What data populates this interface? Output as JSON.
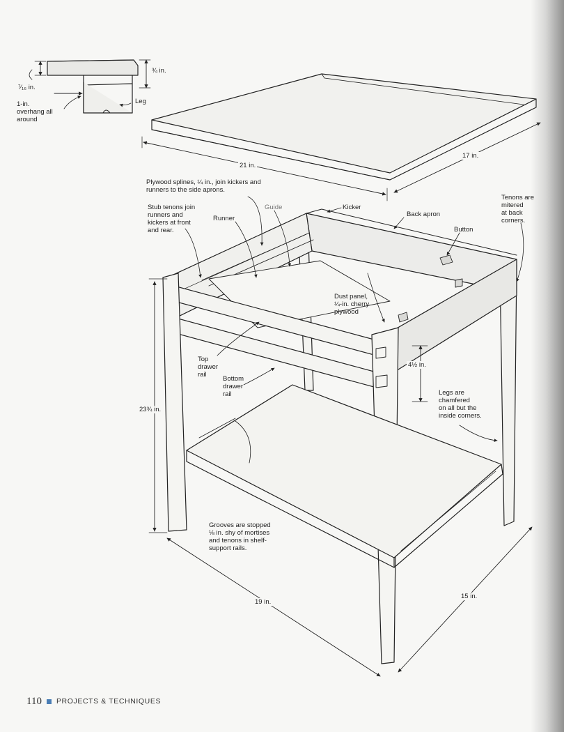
{
  "detail": {
    "dims": {
      "top_thickness": "¾ in.",
      "groove": "⁷⁄₁₆ in.",
      "overhang": "1-in.\noverhang all\naround"
    },
    "leg_label": "Leg"
  },
  "top_panel": {
    "width": "21 in.",
    "depth": "17 in."
  },
  "callouts": {
    "splines": "Plywood splines, ¼ in., join kickers and\nrunners to the side aprons.",
    "stub_tenons": "Stub tenons join\nrunners and\nkickers at front\nand rear.",
    "runner": "Runner",
    "guide": "Guide",
    "kicker": "Kicker",
    "back_apron": "Back apron",
    "button": "Button",
    "tenons_mitered": "Tenons are\nmitered\nat back\ncorners.",
    "dust_panel": "Dust panel,\n¼-in. cherry\nplywood",
    "top_drawer_rail": "Top\ndrawer\nrail",
    "bottom_drawer_rail": "Bottom\ndrawer\nrail",
    "apron_height": "4½ in.",
    "legs_chamfered": "Legs are\nchamfered\non all but the\ninside corners.",
    "height": "23¾ in.",
    "grooves": "Grooves are stopped\n⅛ in. shy of mortises\nand tenons in shelf-\nsupport rails.",
    "width": "19 in.",
    "depth": "15 in."
  },
  "footer": {
    "page_number": "110",
    "section": "PROJECTS & TECHNIQUES",
    "accent_color": "#4a7db5"
  }
}
